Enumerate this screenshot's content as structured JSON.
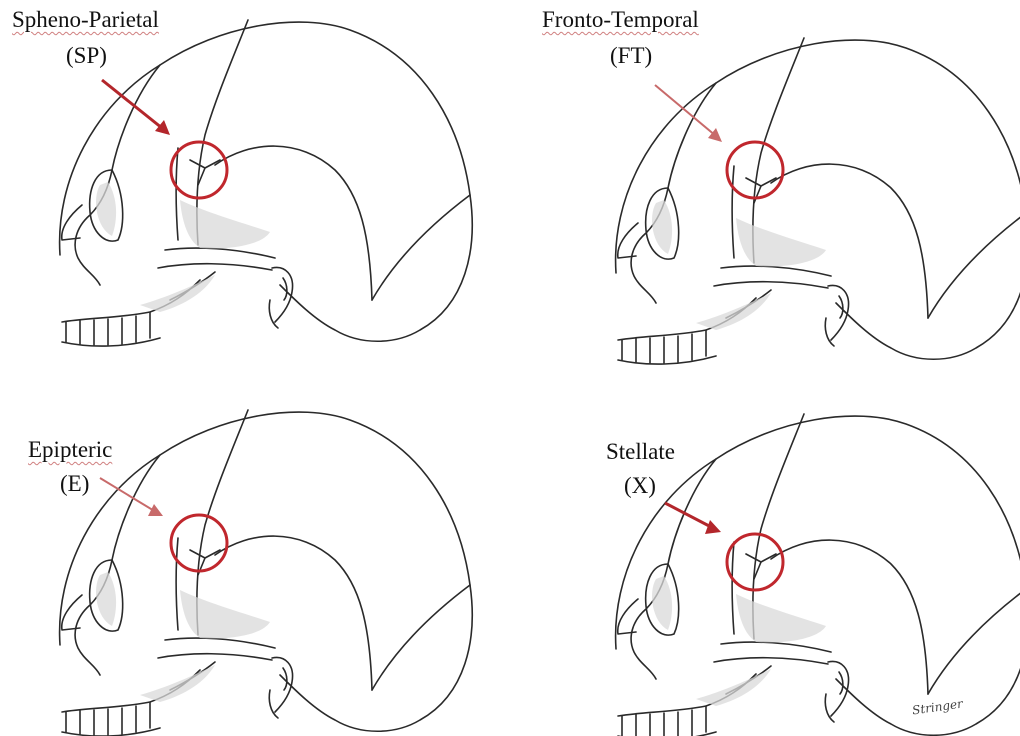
{
  "panels": [
    {
      "name": "Spheno-Parietal",
      "abbr": "(SP)"
    },
    {
      "name": "Fronto-Temporal",
      "abbr": "(FT)"
    },
    {
      "name": "Epipteric",
      "abbr": "(E)"
    },
    {
      "name": "Stellate",
      "abbr": "(X)"
    }
  ],
  "signature": "Stringer",
  "colors": {
    "ring": "#c0272d",
    "arrow": "#b3262b",
    "line": "#2a2a2a",
    "shade": "#d9d9d9"
  }
}
